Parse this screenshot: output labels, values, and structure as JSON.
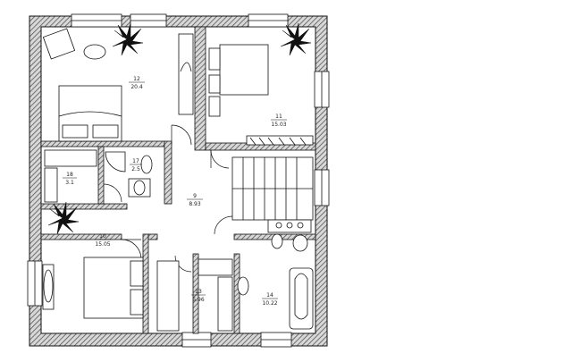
{
  "rooms": [
    {
      "id": "r12",
      "number": "12",
      "area": "20.4"
    },
    {
      "id": "r11",
      "number": "11",
      "area": "15.03"
    },
    {
      "id": "r18",
      "number": "18",
      "area": "3.1"
    },
    {
      "id": "r17",
      "number": "17",
      "area": "2.5"
    },
    {
      "id": "r9",
      "number": "9",
      "area": "8.93"
    },
    {
      "id": "r10",
      "number": "10",
      "area": "15.05"
    },
    {
      "id": "r13",
      "number": "13",
      "area": "5.96"
    },
    {
      "id": "r14",
      "number": "14",
      "area": "10.22"
    }
  ],
  "colors": {
    "wall_hatch": "#777777",
    "line": "#111111",
    "background": "#ffffff"
  }
}
